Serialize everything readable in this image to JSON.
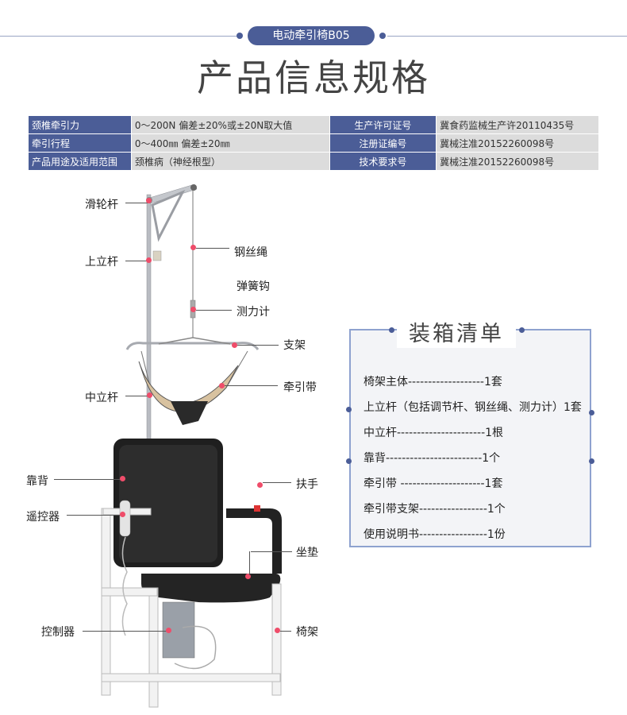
{
  "header": {
    "badge": "电动牵引椅B05",
    "title": "产品信息规格"
  },
  "specs": {
    "rows": [
      {
        "label1": "颈椎牵引力",
        "value1": "0～200N    偏差±20%或±20N取大值",
        "label2": "生产许可证号",
        "value2": "冀食药监械生产许20110435号"
      },
      {
        "label1": "牵引行程",
        "value1": "0～400㎜   偏差±20㎜",
        "label2": "注册证编号",
        "value2": "冀械注准20152260098号"
      },
      {
        "label1": "产品用途及适用范围",
        "value1": "颈椎病（神经根型）",
        "label2": "技术要求号",
        "value2": "冀械注准20152260098号"
      }
    ]
  },
  "callouts": {
    "pulley_rod": "滑轮杆",
    "upper_pole": "上立杆",
    "wire_rope": "钢丝绳",
    "spring_hook": "弹簧钩",
    "dynamometer": "测力计",
    "bracket": "支架",
    "traction_belt": "牵引带",
    "middle_pole": "中立杆",
    "backrest": "靠背",
    "armrest": "扶手",
    "remote": "遥控器",
    "cushion": "坐垫",
    "controller": "控制器",
    "chair_frame": "椅架"
  },
  "packing": {
    "title": "装箱清单",
    "items": [
      "椅架主体-------------------1套",
      "上立杆（包括调节杆、钢丝绳、测力计）1套",
      "中立杆----------------------1根",
      "靠背------------------------1个",
      "牵引带 ---------------------1套",
      "牵引带支架-----------------1个",
      "使用说明书-----------------1份"
    ]
  },
  "colors": {
    "brand": "#4b5d97",
    "callout_dot": "#ef4d6a",
    "table_value_bg": "#dcdcdc",
    "box_border": "#8ea2cf"
  }
}
